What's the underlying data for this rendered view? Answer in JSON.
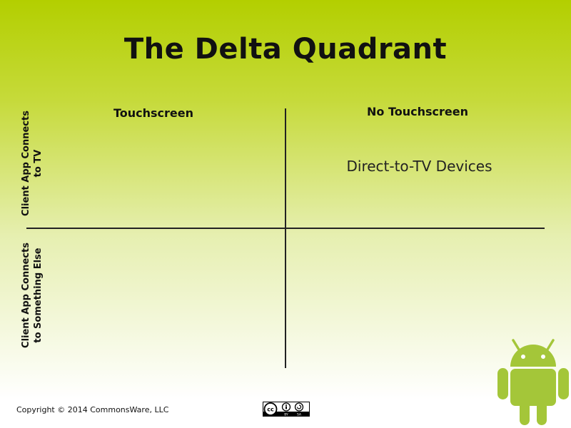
{
  "title": "The Delta Quadrant",
  "columns": {
    "left": "Touchscreen",
    "right": "No Touchscreen"
  },
  "rows": {
    "top_line1": "Client App Connects",
    "top_line2": "to TV",
    "bottom_line1": "Client App Connects",
    "bottom_line2": "to Something Else"
  },
  "quadrants": {
    "top_left": "",
    "top_right": "Direct-to-TV Devices",
    "bottom_left": "",
    "bottom_right": ""
  },
  "footer": {
    "copyright": "Copyright © 2014 CommonsWare, LLC",
    "license_label_by": "BY",
    "license_label_sa": "SA"
  },
  "colors": {
    "android_green": "#a4c639",
    "axis": "#222222"
  }
}
